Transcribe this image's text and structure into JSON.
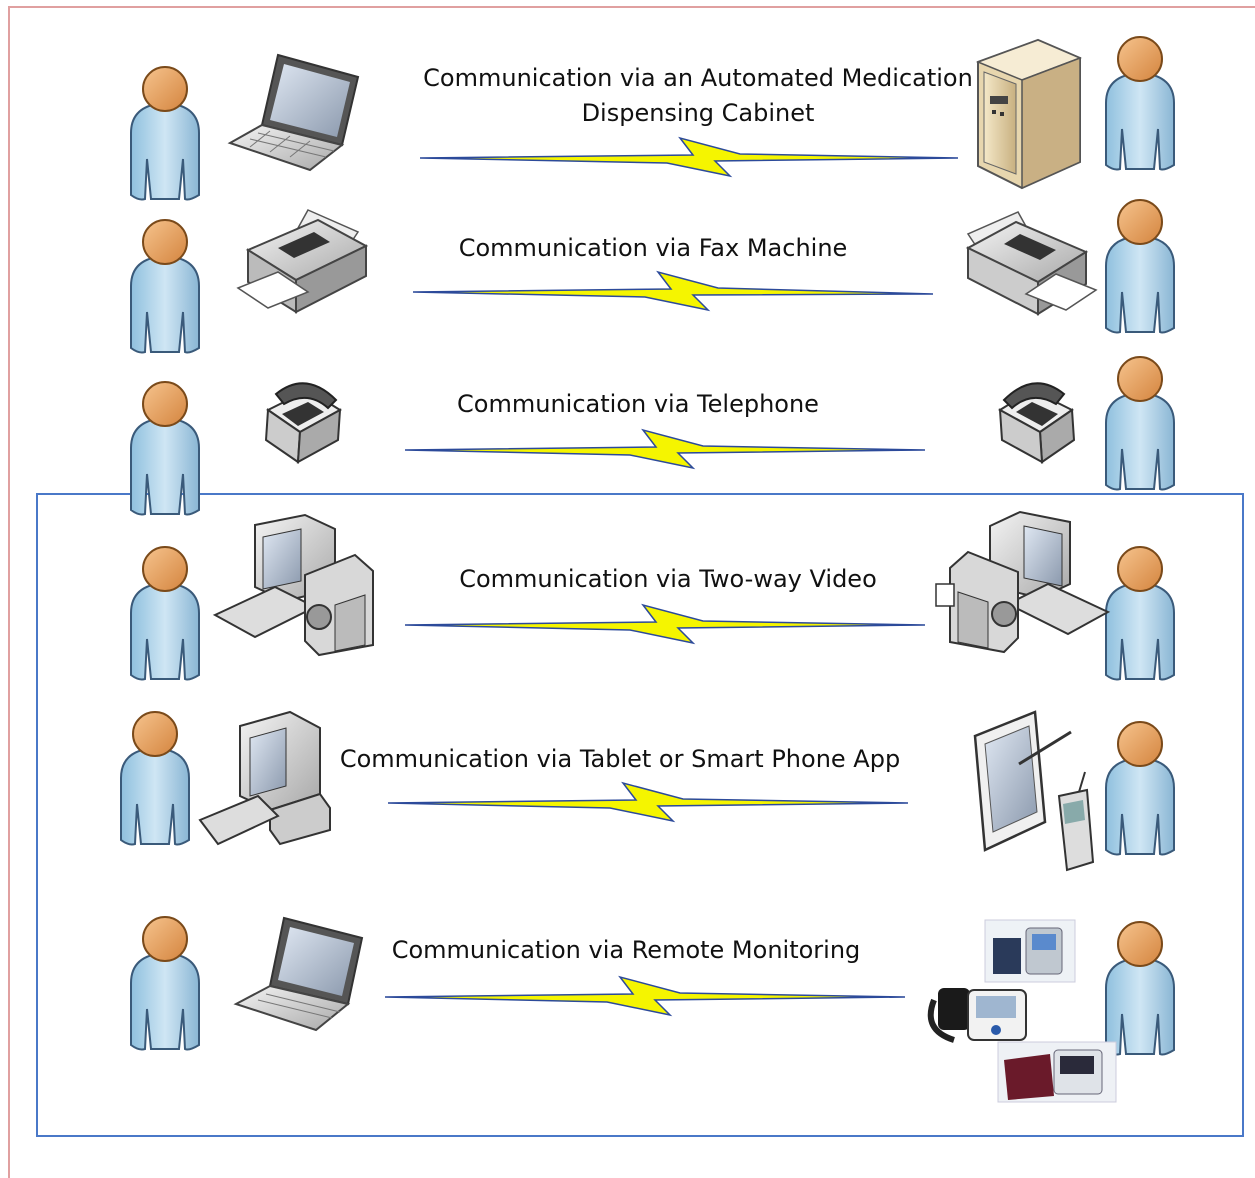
{
  "rows": [
    {
      "label_line1": "Communication via an Automated Medication",
      "label_line2": "Dispensing Cabinet",
      "left_device": "laptop-icon",
      "right_device": "medication-cabinet-icon"
    },
    {
      "label_line1": "Communication via Fax Machine",
      "label_line2": "",
      "left_device": "fax-machine-icon",
      "right_device": "fax-machine-icon"
    },
    {
      "label_line1": "Communication via Telephone",
      "label_line2": "",
      "left_device": "telephone-icon",
      "right_device": "telephone-icon"
    },
    {
      "label_line1": "Communication via Two-way Video",
      "label_line2": "",
      "left_device": "video-workstation-icon",
      "right_device": "video-workstation-icon"
    },
    {
      "label_line1": "Communication via Tablet or Smart Phone App",
      "label_line2": "",
      "left_device": "desktop-computer-icon",
      "right_device": "tablet-phone-icon"
    },
    {
      "label_line1": "Communication via Remote Monitoring",
      "label_line2": "",
      "left_device": "laptop-icon",
      "right_device": "monitoring-devices-icon"
    }
  ],
  "colors": {
    "outer_border": "#e0a0a0",
    "inner_border": "#4a78c8",
    "bolt_fill": "#f5f500",
    "bolt_stroke": "#2c4a9a",
    "person_head": "#e8a060",
    "person_body": "#a8d0e8"
  }
}
